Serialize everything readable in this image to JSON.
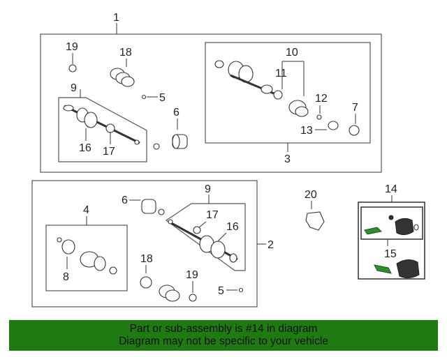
{
  "diagram": {
    "callouts": {
      "c1": "1",
      "c2": "2",
      "c3": "3",
      "c4": "4",
      "c5a": "5",
      "c5b": "5",
      "c6a": "6",
      "c6b": "6",
      "c7": "7",
      "c8": "8",
      "c9a": "9",
      "c9b": "9",
      "c10": "10",
      "c11": "11",
      "c12": "12",
      "c13": "13",
      "c14": "14",
      "c15": "15",
      "c16a": "16",
      "c16b": "16",
      "c17a": "17",
      "c17b": "17",
      "c18a": "18",
      "c18b": "18",
      "c19a": "19",
      "c19b": "19",
      "c20": "20"
    }
  },
  "banner": {
    "line1": "Part or sub-assembly is #14 in diagram",
    "line2": "Diagram may not be specific to your vehicle",
    "color": "#1f7a12"
  }
}
